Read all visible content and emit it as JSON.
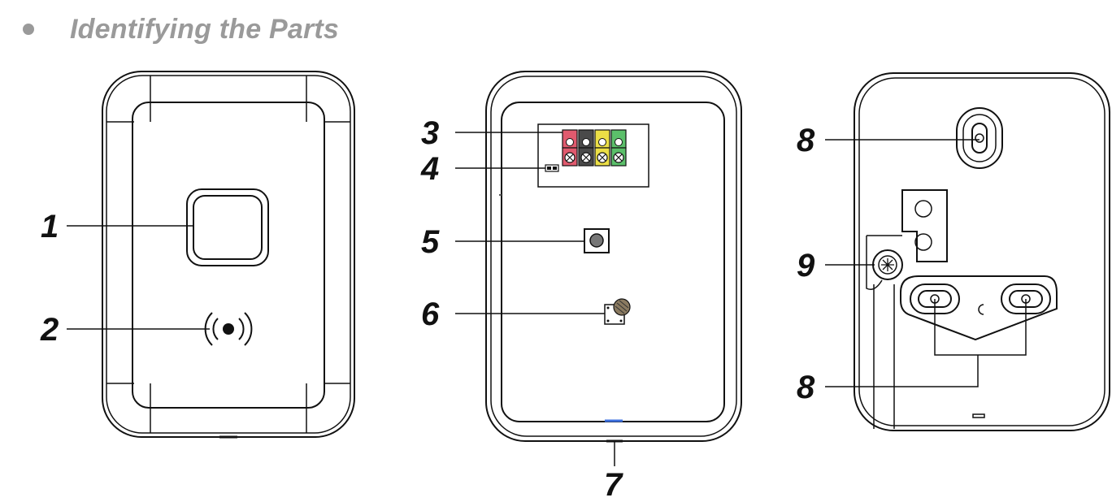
{
  "heading": {
    "title": "Identifying the Parts"
  },
  "callouts": [
    "1",
    "2",
    "3",
    "4",
    "5",
    "6",
    "7",
    "8",
    "9",
    "8"
  ],
  "colors": {
    "terminal_red": "#e05a6e",
    "terminal_black": "#4a4a4a",
    "terminal_yellow": "#ecdf46",
    "terminal_green": "#5bbf6a",
    "status_led": "#3b6fe0",
    "heading_gray": "#9a9a9a"
  }
}
